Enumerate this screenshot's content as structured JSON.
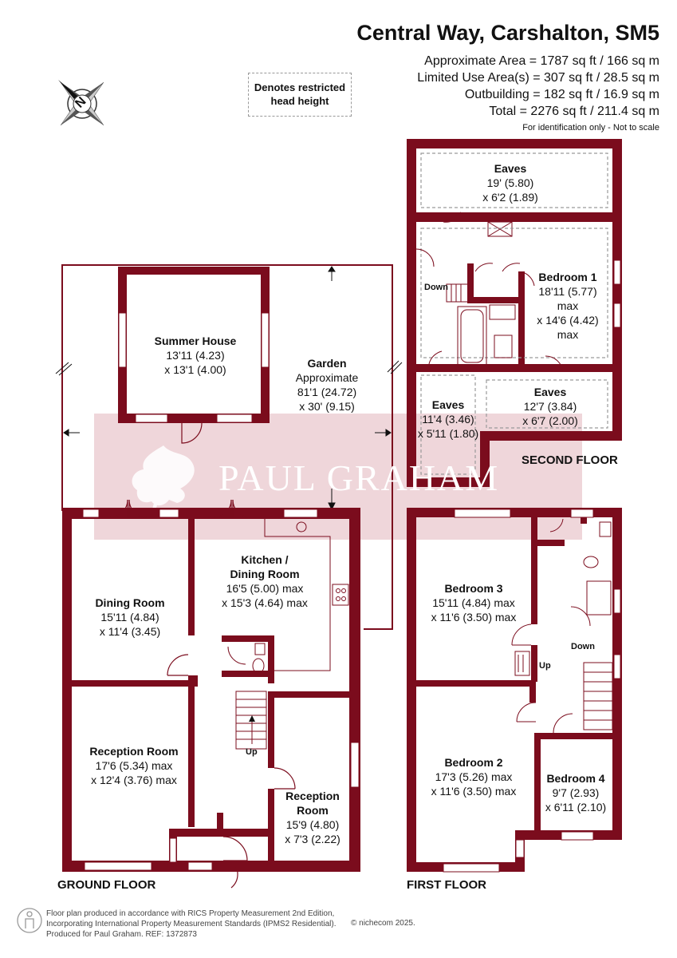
{
  "header": {
    "title": "Central Way, Carshalton, SM5",
    "area_lines": [
      "Approximate Area = 1787 sq ft / 166 sq m",
      "Limited Use Area(s) = 307 sq ft / 28.5 sq m",
      "Outbuilding = 182 sq ft / 16.9 sq m",
      "Total = 2276 sq ft / 211.4 sq m"
    ],
    "identification": "For identification only - Not to scale"
  },
  "legend": {
    "restricted_line1": "Denotes restricted",
    "restricted_line2": "head height"
  },
  "compass": {
    "icon": "north-compass-icon",
    "letter": "N"
  },
  "watermark": {
    "text": "PAUL GRAHAM"
  },
  "colors": {
    "wall": "#7b0c1d",
    "watermark_band": "#e9c8cd",
    "dashed": "#9a9a9a"
  },
  "rooms": {
    "summer_house": {
      "name": "Summer House",
      "dim1": "13'11 (4.23)",
      "dim2": "x 13'1 (4.00)"
    },
    "garden": {
      "name": "Garden",
      "line1": "Approximate",
      "dim1": "81'1 (24.72)",
      "dim2": "x 30' (9.15)"
    },
    "dining_room": {
      "name": "Dining Room",
      "dim1": "15'11 (4.84)",
      "dim2": "x 11'4 (3.45)"
    },
    "kitchen": {
      "name1": "Kitchen /",
      "name2": "Dining Room",
      "dim1": "16'5 (5.00) max",
      "dim2": "x 15'3 (4.64) max"
    },
    "reception_room_1": {
      "name": "Reception Room",
      "dim1": "17'6 (5.34) max",
      "dim2": "x 12'4 (3.76) max"
    },
    "reception_room_2": {
      "name1": "Reception",
      "name2": "Room",
      "dim1": "15'9 (4.80)",
      "dim2": "x 7'3 (2.22)"
    },
    "bedroom_3": {
      "name": "Bedroom 3",
      "dim1": "15'11 (4.84) max",
      "dim2": "x 11'6 (3.50) max"
    },
    "bedroom_2": {
      "name": "Bedroom 2",
      "dim1": "17'3 (5.26) max",
      "dim2": "x 11'6 (3.50) max"
    },
    "bedroom_4": {
      "name": "Bedroom 4",
      "dim1": "9'7 (2.93)",
      "dim2": "x 6'11 (2.10)"
    },
    "eaves_top": {
      "name": "Eaves",
      "dim1": "19' (5.80)",
      "dim2": "x 6'2 (1.89)"
    },
    "bedroom_1": {
      "name": "Bedroom 1",
      "dim1": "18'11 (5.77)",
      "dim2": "max",
      "dim3": "x 14'6 (4.42)",
      "dim4": "max"
    },
    "eaves_left": {
      "name": "Eaves",
      "dim1": "11'4 (3.46)",
      "dim2": "x 5'11 (1.80)"
    },
    "eaves_right": {
      "name": "Eaves",
      "dim1": "12'7 (3.84)",
      "dim2": "x 6'7 (2.00)"
    }
  },
  "stairs": {
    "up": "Up",
    "down": "Down"
  },
  "floors": {
    "ground": "GROUND FLOOR",
    "first": "FIRST FLOOR",
    "second": "SECOND FLOOR"
  },
  "footer": {
    "line1": "Floor plan produced in accordance with RICS Property Measurement 2nd Edition,",
    "line2": "Incorporating International Property Measurement Standards (IPMS2 Residential).",
    "line3": "Produced for Paul Graham.   REF: 1372873",
    "copyright": "© nichecom 2025."
  }
}
